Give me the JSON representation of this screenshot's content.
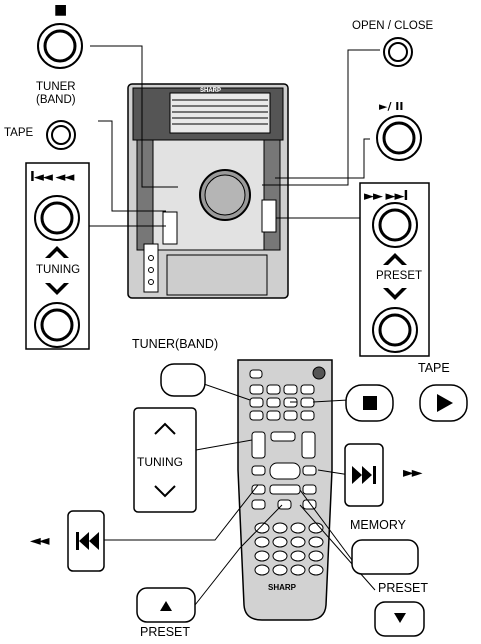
{
  "unit_labels": {
    "stop_symbol": "■",
    "open_close": "OPEN / CLOSE",
    "tuner_band": "TUNER\n(BAND)",
    "tape": "TAPE",
    "play_pause": "►/ II",
    "rewind_skip": "I◄◄ ◄◄",
    "ff_skip": "►► ►►I",
    "tuning": "TUNING",
    "preset": "PRESET",
    "brand": "SHARP"
  },
  "remote_labels": {
    "tuner_band": "TUNER(BAND)",
    "tape": "TAPE",
    "tuning": "TUNING",
    "ff_symbol": "►►",
    "rew_symbol": "◄◄",
    "memory": "MEMORY",
    "preset_down": "PRESET",
    "preset_up": "PRESET",
    "brand": "SHARP"
  }
}
